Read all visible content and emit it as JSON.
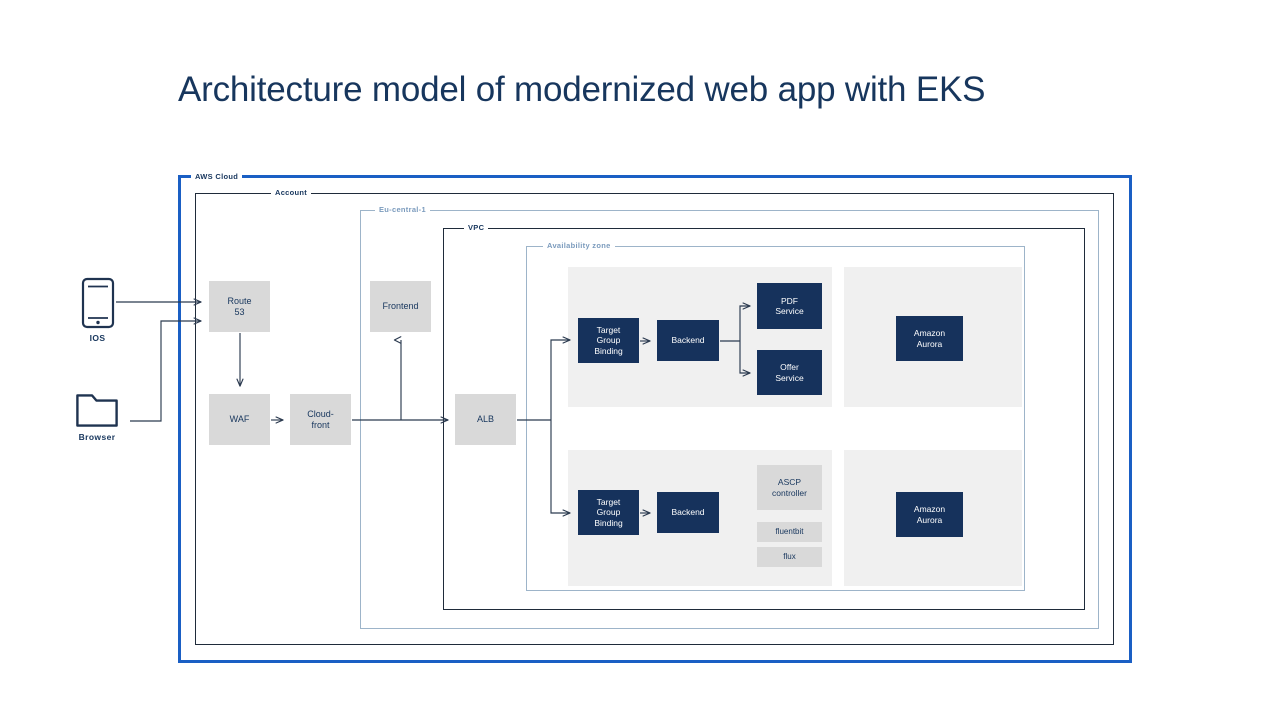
{
  "page": {
    "title": "Architecture model of modernized web app with EKS"
  },
  "colors": {
    "title": "#17365d",
    "aws_cloud_border": "#1a5fc4",
    "account_border": "#1f2b3a",
    "region_border": "#9db4c9",
    "vpc_border": "#1f2b3a",
    "az_border": "#9db4c9",
    "node_gray": "#d9d9d9",
    "node_navy": "#16325c",
    "panel_gray": "#f0f0f0",
    "connector": "#2b3a4f",
    "region_label": "#7b9bbd"
  },
  "groups": {
    "aws_cloud": "AWS Cloud",
    "account": "Account",
    "region": "Eu-central-1",
    "vpc": "VPC",
    "availability_zone": "Availability zone"
  },
  "clients": [
    {
      "key": "ios",
      "label": "IOS",
      "icon": "mobile-phone-icon"
    },
    {
      "key": "browser",
      "label": "Browser",
      "icon": "browser-window-icon"
    }
  ],
  "nodes": {
    "route53": {
      "label": "Route 53",
      "style": "gray"
    },
    "waf": {
      "label": "WAF",
      "style": "gray"
    },
    "cloudfront": {
      "label": "Cloud-front",
      "style": "gray"
    },
    "frontend": {
      "label": "Frontend",
      "style": "gray"
    },
    "alb": {
      "label": "ALB",
      "style": "gray"
    },
    "tgb_top": {
      "label": "Target Group Binding",
      "style": "navy"
    },
    "backend_top": {
      "label": "Backend",
      "style": "navy"
    },
    "pdf_service": {
      "label": "PDF Service",
      "style": "navy"
    },
    "offer_service": {
      "label": "Offer Service",
      "style": "navy"
    },
    "aurora_top": {
      "label": "Amazon Aurora",
      "style": "navy"
    },
    "tgb_bottom": {
      "label": "Target Group Binding",
      "style": "navy"
    },
    "backend_bottom": {
      "label": "Backend",
      "style": "navy"
    },
    "ascp": {
      "label": "ASCP controller",
      "style": "gray"
    },
    "fluentbit": {
      "label": "fluentbit",
      "style": "gray"
    },
    "flux": {
      "label": "flux",
      "style": "gray"
    },
    "aurora_bottom": {
      "label": "Amazon Aurora",
      "style": "navy"
    }
  },
  "connections": [
    {
      "from": "ios",
      "to": "route53"
    },
    {
      "from": "browser",
      "to": "route53"
    },
    {
      "from": "route53",
      "to": "waf"
    },
    {
      "from": "waf",
      "to": "cloudfront"
    },
    {
      "from": "cloudfront",
      "to": "alb"
    },
    {
      "from": "cloudfront",
      "to": "frontend"
    },
    {
      "from": "alb",
      "to": "tgb_top"
    },
    {
      "from": "alb",
      "to": "tgb_bottom"
    },
    {
      "from": "tgb_top",
      "to": "backend_top"
    },
    {
      "from": "backend_top",
      "to": "pdf_service"
    },
    {
      "from": "backend_top",
      "to": "offer_service"
    },
    {
      "from": "tgb_bottom",
      "to": "backend_bottom"
    }
  ]
}
